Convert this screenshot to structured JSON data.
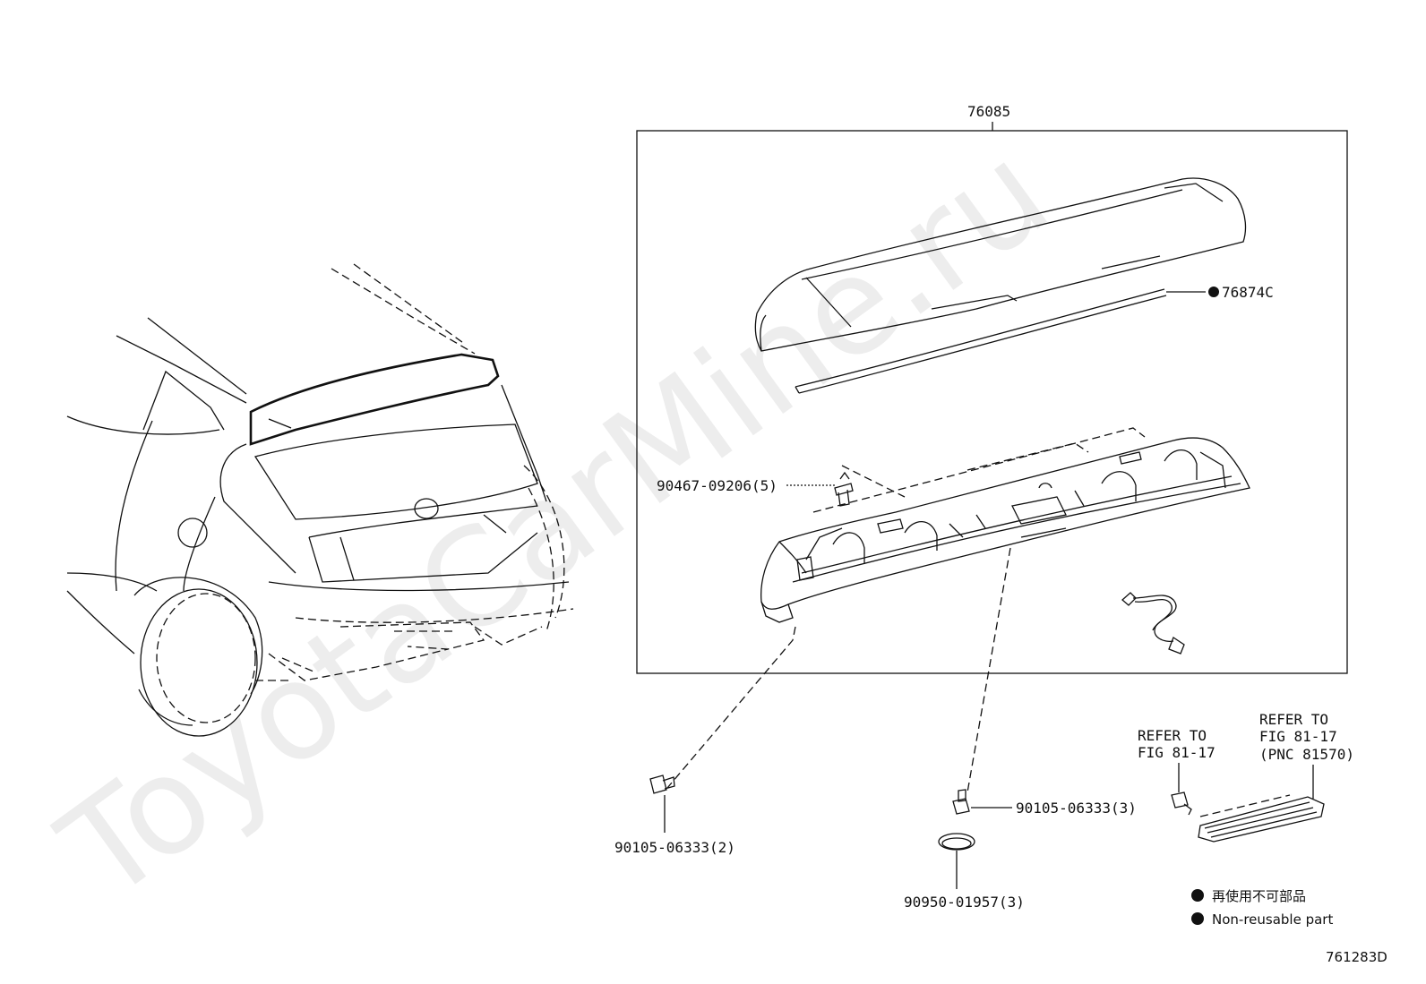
{
  "watermark": "ToyotaCarMine.ru",
  "callouts": {
    "assembly": "76085",
    "gasket": "76874C",
    "clip": "90467-09206(5)",
    "bolt_left": "90105-06333(2)",
    "bolt_right": "90105-06333(3)",
    "plug": "90950-01957(3)"
  },
  "refer_fig": {
    "line1": "REFER TO",
    "line2": "FIG 81-17"
  },
  "refer_pnc": {
    "line1": "REFER TO",
    "line2": "FIG 81-17",
    "line3": "(PNC 81570)"
  },
  "legend": {
    "jp": "再使用不可部品",
    "en": "Non-reusable part"
  },
  "figure_id": "761283D"
}
